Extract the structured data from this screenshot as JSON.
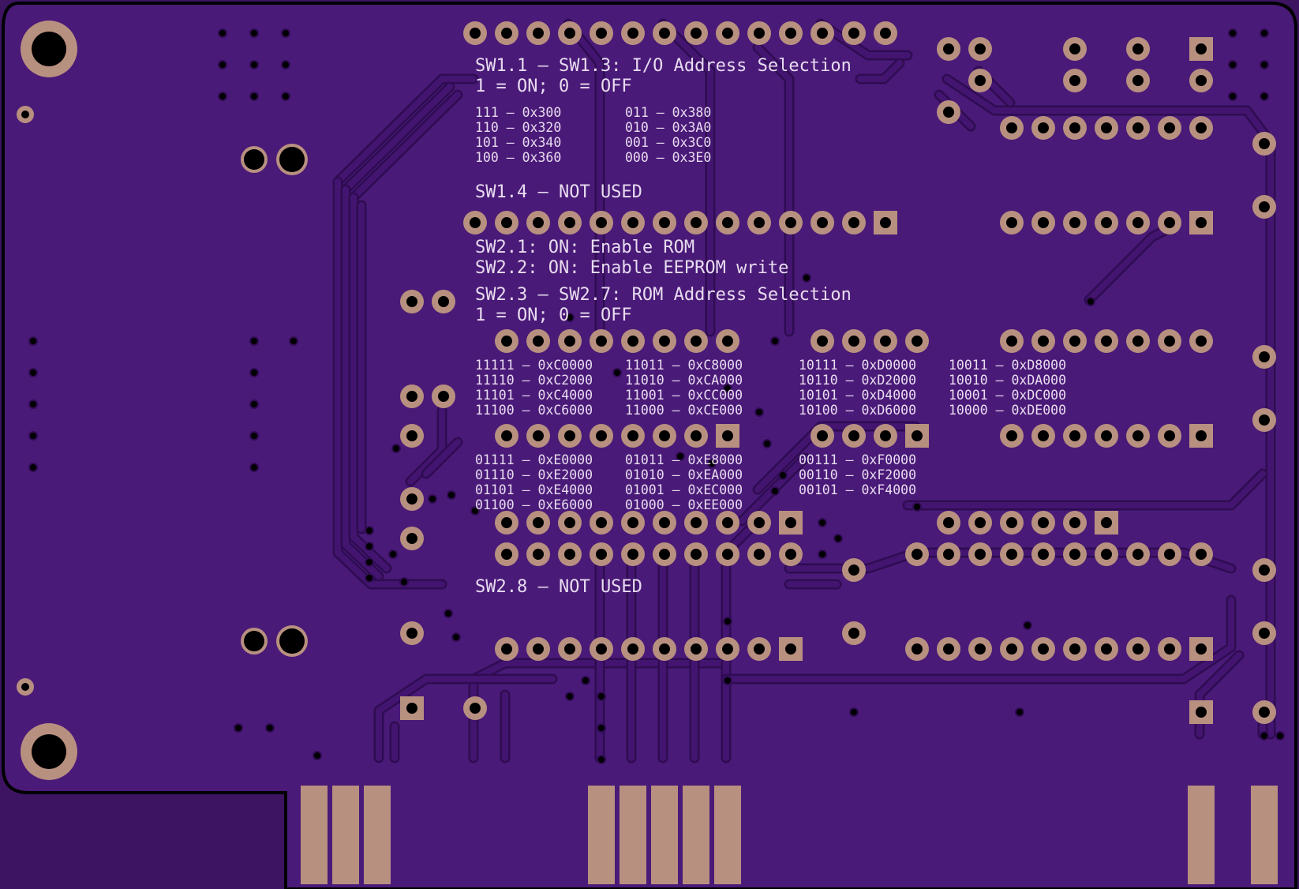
{
  "board": {
    "colors": {
      "background": "#3d1462",
      "board": "#4a1a78",
      "trace": "#431570",
      "trace_edge": "#2f0c52",
      "pad": "#b89080",
      "hole": "#000000",
      "silk": "#e8dcf0",
      "outline": "#000000"
    }
  },
  "silkscreen": {
    "sw1_title": "SW1.1 – SW1.3: I/O Address Selection",
    "sw1_legend": "1 = ON; 0 = OFF",
    "io_table": [
      [
        "111 – 0x300",
        "011 – 0x380"
      ],
      [
        "110 – 0x320",
        "010 – 0x3A0"
      ],
      [
        "101 – 0x340",
        "001 – 0x3C0"
      ],
      [
        "100 – 0x360",
        "000 – 0x3E0"
      ]
    ],
    "sw1_4": "SW1.4 – NOT USED",
    "sw2_1": "SW2.1: ON: Enable ROM",
    "sw2_2": "SW2.2: ON: Enable EEPROM write",
    "sw2_3_title": "SW2.3 – SW2.7: ROM Address Selection",
    "sw2_legend": "1 = ON; 0 = OFF",
    "rom_block_1_left": [
      [
        "11111 – 0xC0000",
        "11011 – 0xC8000"
      ],
      [
        "11110 – 0xC2000",
        "11010 – 0xCA000"
      ],
      [
        "11101 – 0xC4000",
        "11001 – 0xCC000"
      ],
      [
        "11100 – 0xC6000",
        "11000 – 0xCE000"
      ]
    ],
    "rom_block_1_right": [
      [
        "10111 – 0xD0000",
        "10011 – 0xD8000"
      ],
      [
        "10110 – 0xD2000",
        "10010 – 0xDA000"
      ],
      [
        "10101 – 0xD4000",
        "10001 – 0xDC000"
      ],
      [
        "10100 – 0xD6000",
        "10000 – 0xDE000"
      ]
    ],
    "rom_block_2_left": [
      [
        "01111 – 0xE0000",
        "01011 – 0xE8000"
      ],
      [
        "01110 – 0xE2000",
        "01010 – 0xEA000"
      ],
      [
        "01101 – 0xE4000",
        "01001 – 0xEC000"
      ],
      [
        "01100 – 0xE6000",
        "01000 – 0xEE000"
      ]
    ],
    "rom_block_2_right": [
      [
        "00111 – 0xF0000"
      ],
      [
        "00110 – 0xF2000"
      ],
      [
        "00101 – 0xF4000"
      ]
    ],
    "sw2_8": "SW2.8 – NOT USED"
  }
}
